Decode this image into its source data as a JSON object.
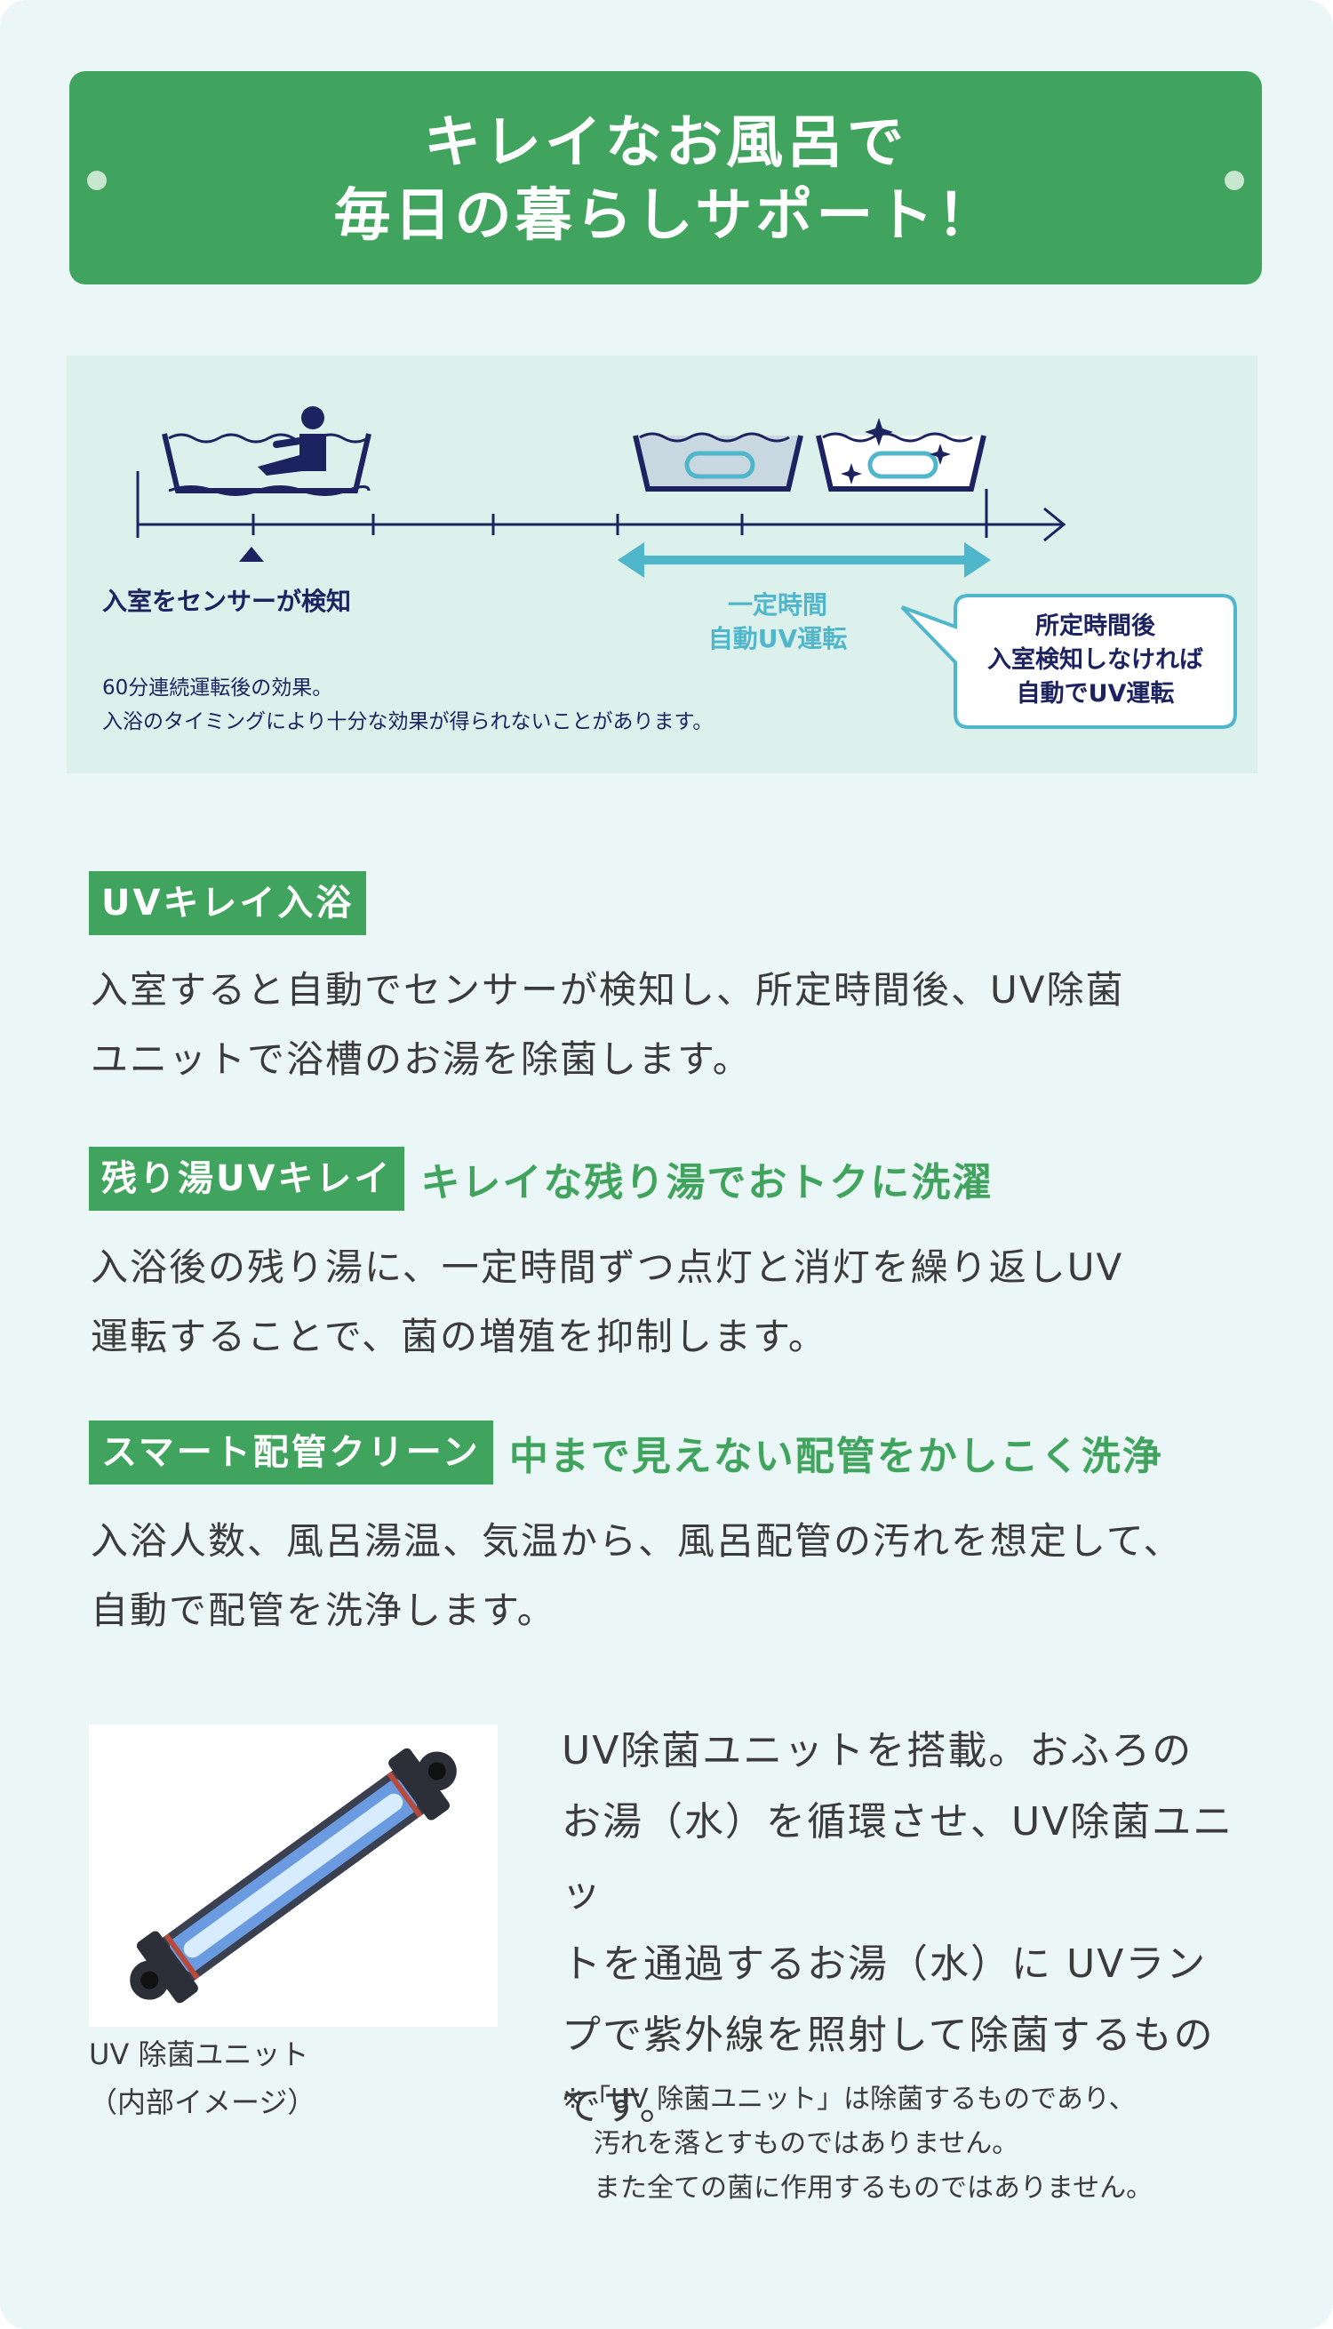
{
  "banner": {
    "line1": "キレイなお風呂で",
    "line2": "毎日の暮らしサポート！"
  },
  "diagram": {
    "detect_label": "入室をセンサーが検知",
    "interval_line1": "一定時間",
    "interval_line2": "自動UV運転",
    "bubble_line1": "所定時間後",
    "bubble_line2": "入室検知しなければ",
    "bubble_line3": "自動でUV運転",
    "note_line1": "60分連続運転後の効果。",
    "note_line2": "入浴のタイミングにより十分な効果が得られないことがあります。",
    "colors": {
      "navy": "#1c2360",
      "cyan": "#4fb6cc",
      "green": "#41a45e"
    }
  },
  "sections": [
    {
      "tag": "UVキレイ入浴",
      "subtitle": "",
      "body_line1": "入室すると自動でセンサーが検知し、所定時間後、UV除菌",
      "body_line2": "ユニットで浴槽のお湯を除菌します。"
    },
    {
      "tag": "残り湯UVキレイ",
      "subtitle": "キレイな残り湯でおトクに洗濯",
      "body_line1": "入浴後の残り湯に、一定時間ずつ点灯と消灯を繰り返しUV",
      "body_line2": "運転することで、菌の増殖を抑制します。"
    },
    {
      "tag": "スマート配管クリーン",
      "subtitle": "中まで見えない配管をかしこく洗浄",
      "body_line1": "入浴人数、風呂湯温、気温から、風呂配管の汚れを想定して、",
      "body_line2": "自動で配管を洗浄します。"
    }
  ],
  "unit": {
    "caption_line1": "UV 除菌ユニット",
    "caption_line2": "（内部イメージ）",
    "desc_line1": "UV除菌ユニットを搭載。おふろの",
    "desc_line2": "お湯（水）を循環させ、UV除菌ユニッ",
    "desc_line3": "トを通過するお湯（水）に UVラン",
    "desc_line4": "プで紫外線を照射して除菌するもの",
    "desc_line5": "です。",
    "note_line1": "※「UV 除菌ユニット」は除菌するものであり、",
    "note_line2": "汚れを落とすものではありません。",
    "note_line3": "また全ての菌に作用するものではありません。"
  }
}
